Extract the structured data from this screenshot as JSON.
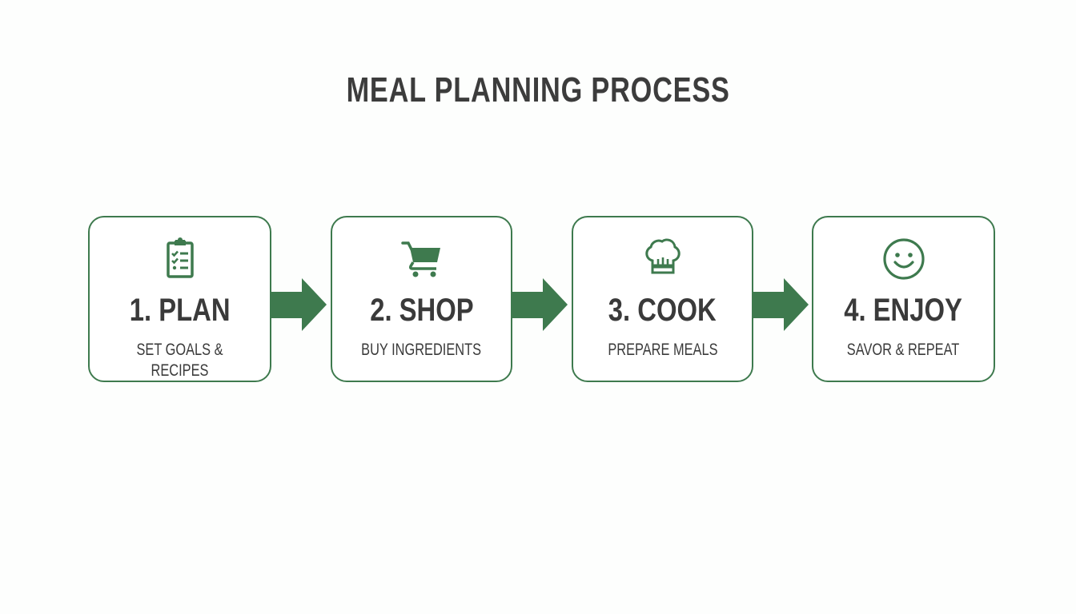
{
  "diagram": {
    "title": "MEAL PLANNING PROCESS",
    "accent_color": "#3e7a4e",
    "text_color": "#3a3a3a",
    "steps": [
      {
        "label": "1. PLAN",
        "description": "SET GOALS & RECIPES",
        "icon": "clipboard-checklist-icon"
      },
      {
        "label": "2. SHOP",
        "description": "BUY INGREDIENTS",
        "icon": "shopping-cart-icon"
      },
      {
        "label": "3. COOK",
        "description": "PREPARE MEALS",
        "icon": "chef-hat-icon"
      },
      {
        "label": "4. ENJOY",
        "description": "SAVOR & REPEAT",
        "icon": "smiley-face-icon"
      }
    ],
    "connectors": [
      "arrow-right",
      "arrow-right",
      "arrow-right"
    ]
  }
}
